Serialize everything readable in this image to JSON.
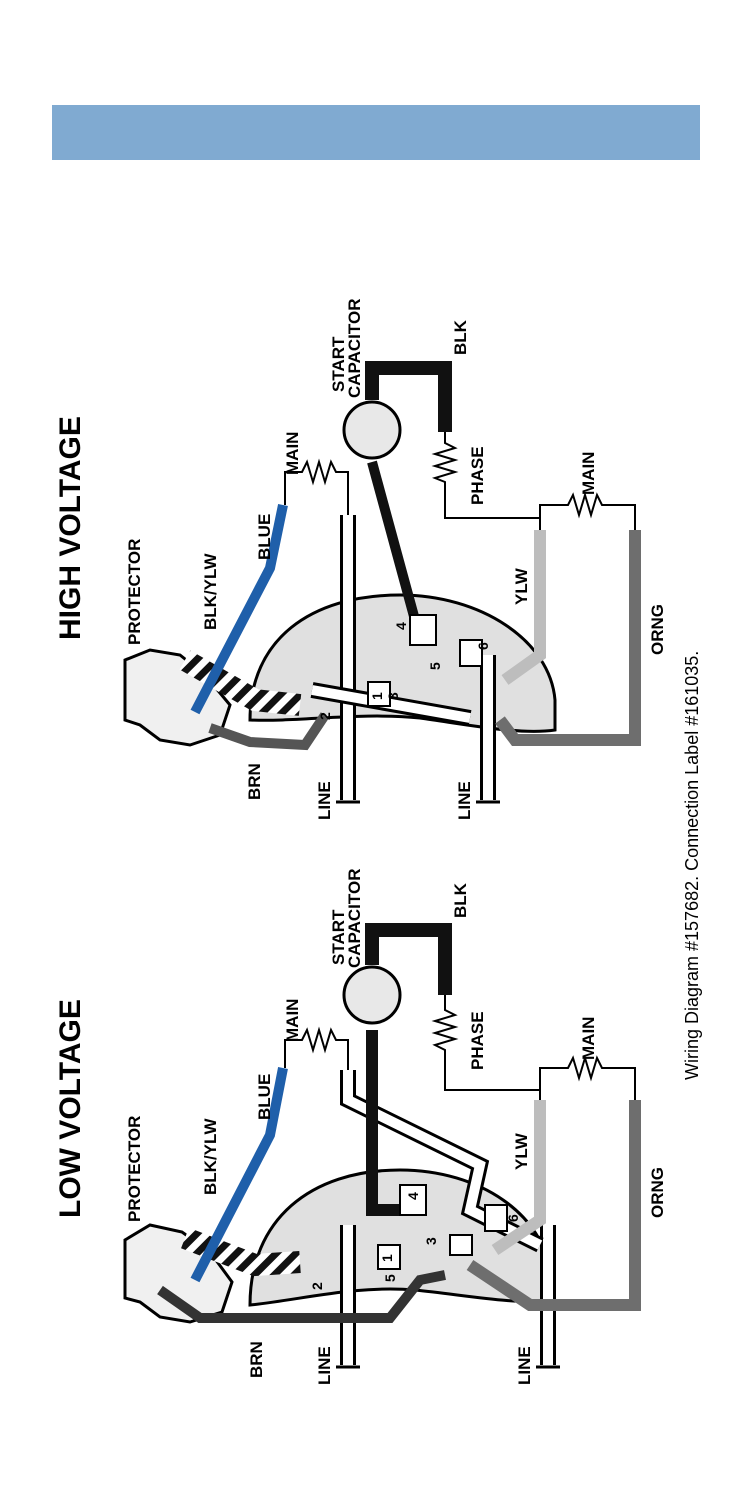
{
  "panels": {
    "low": {
      "title": "LOW VOLTAGE",
      "protector": "PROTECTOR",
      "blk_ylw": "BLK/YLW",
      "blue": "BLUE",
      "brn": "BRN",
      "line1": "LINE",
      "line2": "LINE",
      "main_top": "MAIN",
      "start_capacitor_1": "START",
      "start_capacitor_2": "CAPACITOR",
      "blk": "BLK",
      "phase": "PHASE",
      "main_bottom": "MAIN",
      "ylw": "YLW",
      "orng": "ORNG",
      "term_1": "1",
      "term_2": "2",
      "term_3": "3",
      "term_4": "4",
      "term_5": "5",
      "term_6": "6"
    },
    "high": {
      "title": "HIGH VOLTAGE",
      "protector": "PROTECTOR",
      "blk_ylw": "BLK/YLW",
      "blue": "BLUE",
      "brn": "BRN",
      "line1": "LINE",
      "line2": "LINE",
      "main_top": "MAIN",
      "start_capacitor_1": "START",
      "start_capacitor_2": "CAPACITOR",
      "blk": "BLK",
      "phase": "PHASE",
      "main_bottom": "MAIN",
      "ylw": "YLW",
      "orng": "ORNG",
      "term_1": "1",
      "term_2": "2",
      "term_3": "3",
      "term_4": "4",
      "term_5": "5",
      "term_6": "6"
    }
  },
  "caption": "Wiring Diagram #157682.  Connection Label  #161035.",
  "colors": {
    "header_bar": "#80aad1",
    "blue_wire": "#1f5faa",
    "black_wire": "#111111",
    "gray_wire": "#555555",
    "ylw_wire": "#bdbdbd",
    "orng_wire": "#6e6e6e",
    "board": "#e0e0e0"
  }
}
